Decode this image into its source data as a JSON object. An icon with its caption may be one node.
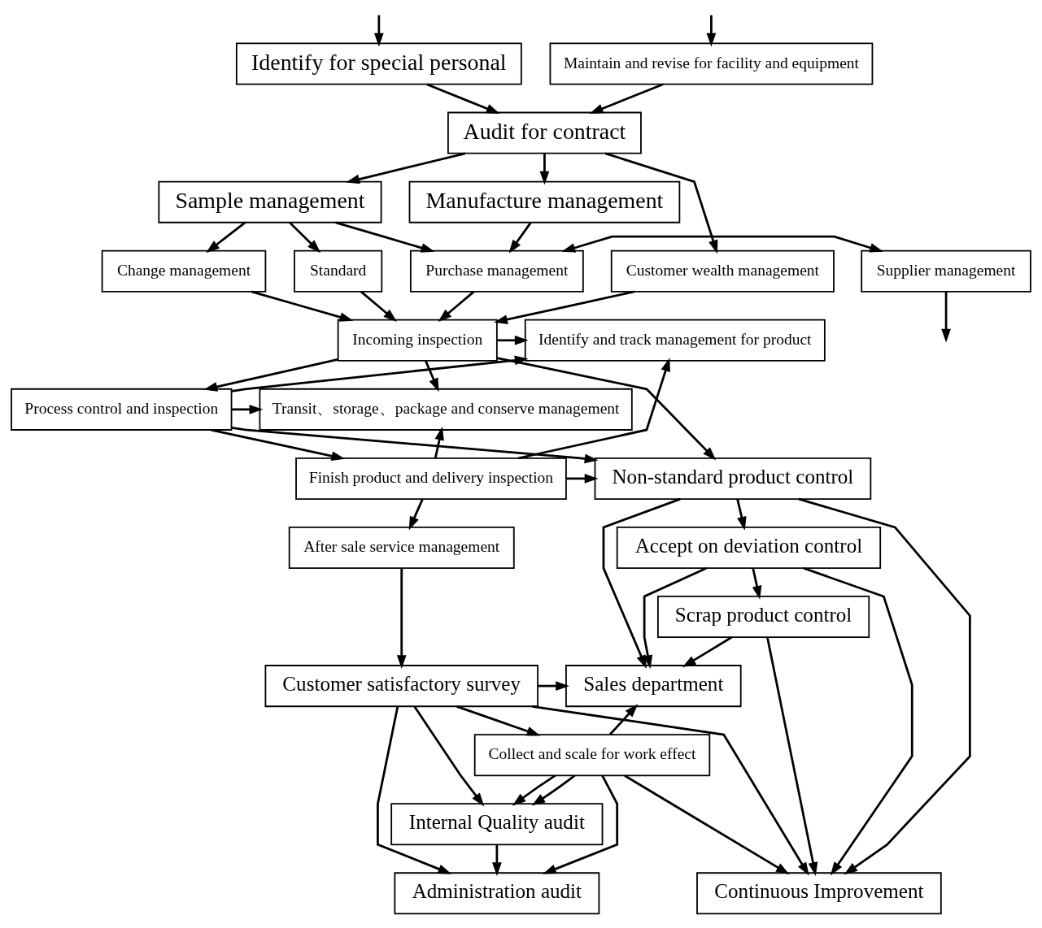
{
  "diagram": {
    "nodes": [
      {
        "text": [
          "Identify for special personal"
        ]
      },
      {
        "text": [
          "Maintain and revise for facility and equipment"
        ]
      },
      {
        "text": [
          "Audit for contract"
        ]
      },
      {
        "text": [
          "Sample management"
        ]
      },
      {
        "text": [
          "Manufacture management"
        ]
      },
      {
        "text": [
          "Customer wealth management"
        ]
      },
      {
        "text": [
          "Change management"
        ]
      },
      {
        "text": [
          "Standard"
        ]
      },
      {
        "text": [
          "Purchase management"
        ]
      },
      {
        "text": [
          "Supplier management"
        ]
      },
      {
        "text": [
          "Incoming inspection"
        ]
      },
      {
        "text": [
          "Identify and track management for product"
        ]
      },
      {
        "text": [
          "Process control and inspection"
        ]
      },
      {
        "text": [
          "Transit、storage、package and conserve management"
        ]
      },
      {
        "text": [
          "Finish product and delivery inspection"
        ]
      },
      {
        "text": [
          "Non-standard product control"
        ]
      },
      {
        "text": [
          "Accept on deviation control"
        ]
      },
      {
        "text": [
          "Scrap product control"
        ]
      },
      {
        "text": [
          "After sale service management"
        ]
      },
      {
        "text": [
          "Customer satisfactory survey"
        ]
      },
      {
        "text": [
          "Collect and scale for work effect"
        ]
      },
      {
        "text": [
          "Internal Quality audit"
        ]
      },
      {
        "text": [
          "Administration audit"
        ]
      },
      {
        "text": [
          "Sales department"
        ]
      },
      {
        "text": [
          "Continuous Improvement"
        ]
      }
    ],
    "edges": [
      {
        "from": null,
        "to": 0,
        "arrow": "to"
      },
      {
        "from": null,
        "to": 1,
        "arrow": "to"
      },
      {
        "from": 0,
        "to": 2,
        "arrow": "to"
      },
      {
        "from": 1,
        "to": 2,
        "arrow": "to"
      },
      {
        "from": 2,
        "to": 5,
        "arrow": "to"
      },
      {
        "from": 2,
        "to": 3,
        "arrow": "to"
      },
      {
        "from": 2,
        "to": 4,
        "arrow": "to"
      },
      {
        "from": 3,
        "to": 6,
        "arrow": "to"
      },
      {
        "from": 3,
        "to": 7,
        "arrow": "to"
      },
      {
        "from": 3,
        "to": 8,
        "arrow": "to"
      },
      {
        "from": 4,
        "to": 8,
        "arrow": "to"
      },
      {
        "from": 8,
        "to": 9,
        "arrow": "both"
      },
      {
        "from": 9,
        "to": null,
        "arrow": "to"
      },
      {
        "from": 5,
        "to": 10,
        "arrow": "to"
      },
      {
        "from": 6,
        "to": 10,
        "arrow": "to"
      },
      {
        "from": 7,
        "to": 10,
        "arrow": "to"
      },
      {
        "from": 8,
        "to": 10,
        "arrow": "to"
      },
      {
        "from": 10,
        "to": 12,
        "arrow": "to"
      },
      {
        "from": 12,
        "to": 14,
        "arrow": "to"
      },
      {
        "from": 14,
        "to": 18,
        "arrow": "to"
      },
      {
        "from": 10,
        "to": 11,
        "arrow": "to"
      },
      {
        "from": 10,
        "to": 13,
        "arrow": "to"
      },
      {
        "from": 10,
        "to": 15,
        "arrow": "to"
      },
      {
        "from": 12,
        "to": 11,
        "arrow": "to"
      },
      {
        "from": 12,
        "to": 13,
        "arrow": "to"
      },
      {
        "from": 12,
        "to": 15,
        "arrow": "to"
      },
      {
        "from": 14,
        "to": 11,
        "arrow": "to"
      },
      {
        "from": 14,
        "to": 13,
        "arrow": "to"
      },
      {
        "from": 14,
        "to": 15,
        "arrow": "to"
      },
      {
        "from": 15,
        "to": 16,
        "arrow": "to"
      },
      {
        "from": 16,
        "to": 17,
        "arrow": "to"
      },
      {
        "from": 18,
        "to": 19,
        "arrow": "to"
      },
      {
        "from": 19,
        "to": 20,
        "arrow": "to"
      },
      {
        "from": 20,
        "to": 21,
        "arrow": "to"
      },
      {
        "from": 21,
        "to": 22,
        "arrow": "to"
      },
      {
        "from": 15,
        "to": 23,
        "arrow": "to"
      },
      {
        "from": 16,
        "to": 23,
        "arrow": "to"
      },
      {
        "from": 17,
        "to": 23,
        "arrow": "to"
      },
      {
        "from": 15,
        "to": 24,
        "arrow": "to"
      },
      {
        "from": 16,
        "to": 24,
        "arrow": "to"
      },
      {
        "from": 17,
        "to": 24,
        "arrow": "to"
      },
      {
        "from": 19,
        "to": 21,
        "arrow": "to"
      },
      {
        "from": 19,
        "to": 22,
        "arrow": "to"
      },
      {
        "from": 19,
        "to": 23,
        "arrow": "to"
      },
      {
        "from": 19,
        "to": 24,
        "arrow": "to"
      },
      {
        "from": 20,
        "to": 21,
        "arrow": "to"
      },
      {
        "from": 20,
        "to": 22,
        "arrow": "to"
      },
      {
        "from": 20,
        "to": 23,
        "arrow": "to"
      },
      {
        "from": 20,
        "to": 24,
        "arrow": "to"
      }
    ]
  }
}
